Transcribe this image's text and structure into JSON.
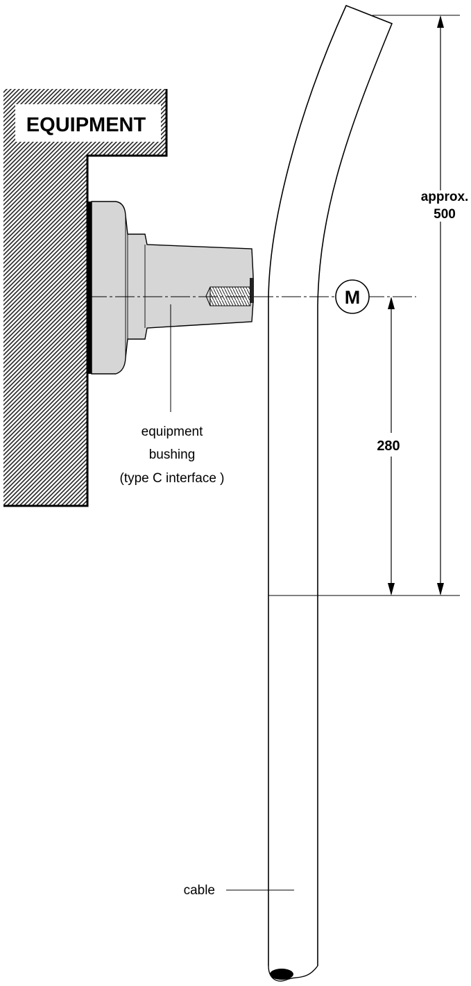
{
  "equipment_label": "EQUIPMENT",
  "marker_label": "M",
  "dimension_total": {
    "line1": "approx.",
    "line2": "500"
  },
  "dimension_partial": "280",
  "bushing_label": {
    "line1": "equipment",
    "line2": "bushing",
    "line3": "(type C interface )"
  },
  "cable_label": "cable"
}
